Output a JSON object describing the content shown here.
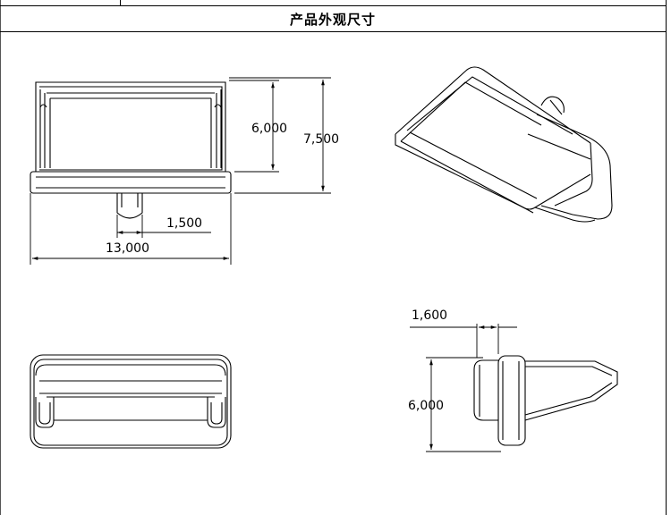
{
  "title": "产品外观尺寸",
  "dimensions": {
    "front_inner_height": "6,000",
    "front_total_height": "7,500",
    "front_stub_width": "1,500",
    "front_total_width": "13,000",
    "side_thickness": "1,600",
    "side_height": "6,000"
  }
}
